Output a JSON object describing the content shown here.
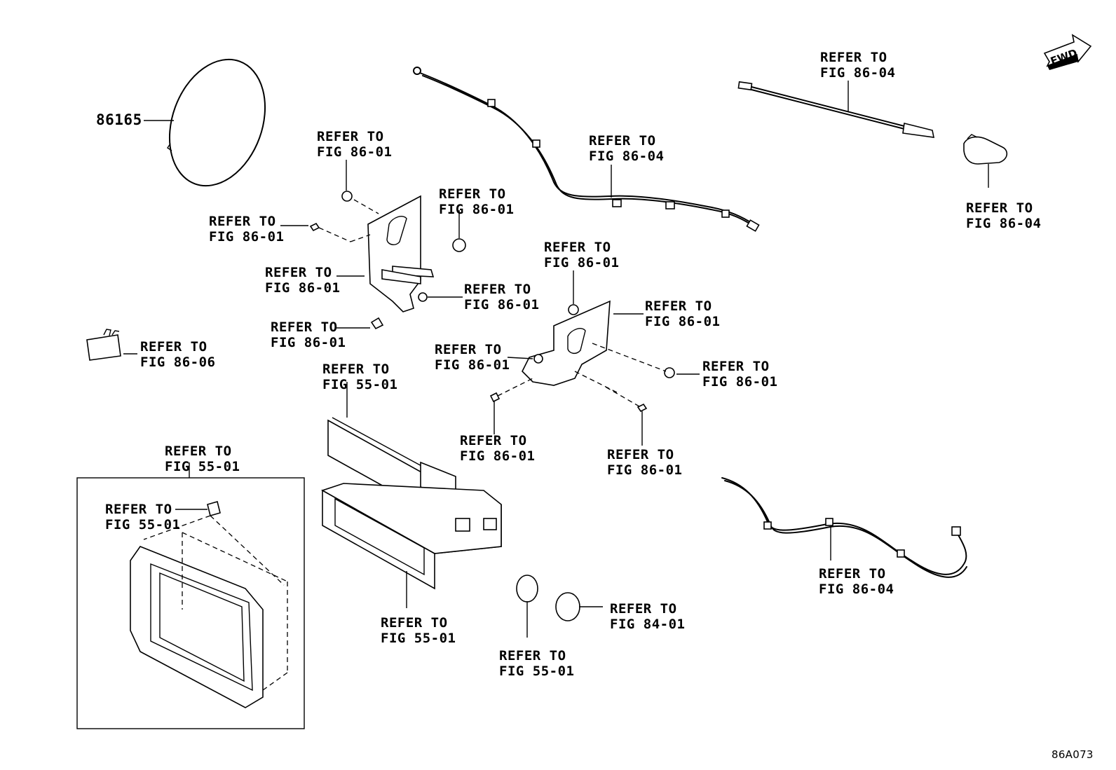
{
  "diagram_code": "86A073",
  "fwd_label": "FWD",
  "callouts": [
    {
      "id": "c-86165",
      "part_number": "86165"
    },
    {
      "id": "c01",
      "line1": "REFER TO",
      "line2": "FIG 86-01"
    },
    {
      "id": "c02",
      "line1": "REFER TO",
      "line2": "FIG 86-01"
    },
    {
      "id": "c03",
      "line1": "REFER TO",
      "line2": "FIG 86-01"
    },
    {
      "id": "c04",
      "line1": "REFER TO",
      "line2": "FIG 86-01"
    },
    {
      "id": "c05",
      "line1": "REFER TO",
      "line2": "FIG 86-01"
    },
    {
      "id": "c06",
      "line1": "REFER TO",
      "line2": "FIG 86-01"
    },
    {
      "id": "c07",
      "line1": "REFER TO",
      "line2": "FIG 86-04"
    },
    {
      "id": "c08",
      "line1": "REFER TO",
      "line2": "FIG 86-04"
    },
    {
      "id": "c09",
      "line1": "REFER TO",
      "line2": "FIG 86-04"
    },
    {
      "id": "c10",
      "line1": "REFER TO",
      "line2": "FIG 86-01"
    },
    {
      "id": "c11",
      "line1": "REFER TO",
      "line2": "FIG 86-01"
    },
    {
      "id": "c12",
      "line1": "REFER TO",
      "line2": "FIG 86-01"
    },
    {
      "id": "c13",
      "line1": "REFER TO",
      "line2": "FIG 86-01"
    },
    {
      "id": "c14",
      "line1": "REFER TO",
      "line2": "FIG 86-01"
    },
    {
      "id": "c15",
      "line1": "REFER TO",
      "line2": "FIG 86-01"
    },
    {
      "id": "c16",
      "line1": "REFER TO",
      "line2": "FIG 86-06"
    },
    {
      "id": "c17",
      "line1": "REFER TO",
      "line2": "FIG 55-01"
    },
    {
      "id": "c18",
      "line1": "REFER TO",
      "line2": "FIG 55-01"
    },
    {
      "id": "c19",
      "line1": "REFER TO",
      "line2": "FIG 55-01"
    },
    {
      "id": "c20",
      "line1": "REFER TO",
      "line2": "FIG 55-01"
    },
    {
      "id": "c21",
      "line1": "REFER TO",
      "line2": "FIG 55-01"
    },
    {
      "id": "c22",
      "line1": "REFER TO",
      "line2": "FIG 84-01"
    },
    {
      "id": "c23",
      "line1": "REFER TO",
      "line2": "FIG 86-04"
    }
  ]
}
